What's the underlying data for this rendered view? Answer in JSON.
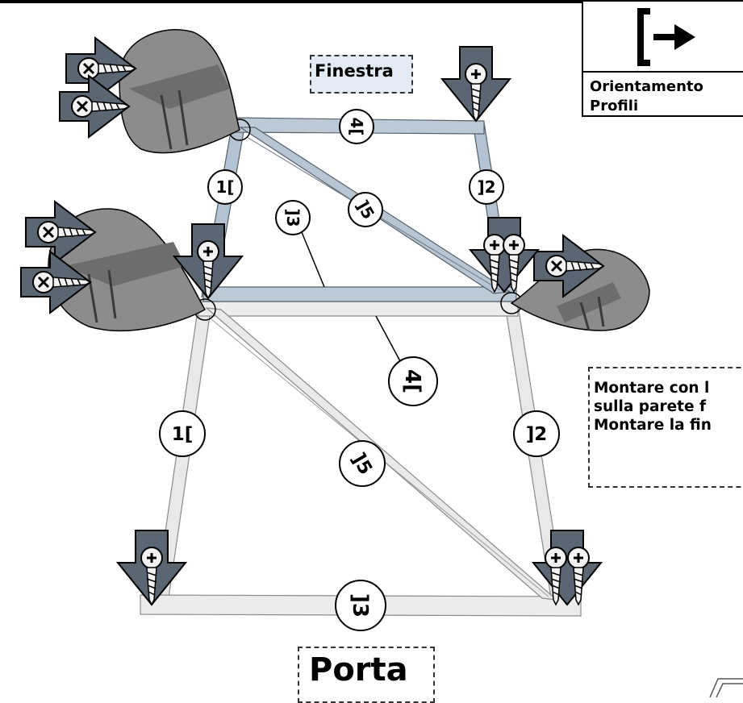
{
  "labels": {
    "window": "Finestra",
    "door": "Porta",
    "orientation_line1": "Orientamento",
    "orientation_line2": "Profili",
    "note_line1": "Montare con l",
    "note_line2": "sulla parete f",
    "note_line3": "Montare la fin"
  },
  "parts": {
    "p1_upper": "1[",
    "p2_upper": "]2",
    "p3_upper": "]3",
    "p4_upper": "4[",
    "p5_upper": "]5",
    "p1_lower": "1[",
    "p2_lower": "]2",
    "p3_lower": "]3",
    "p4_lower": "4[",
    "p5_lower": "]5"
  },
  "icons": [
    "orientation-arrow-icon",
    "screw-icon",
    "detail-magnifier-icon"
  ],
  "colors": {
    "frame_blue": "#b3c3d1",
    "frame_grey": "#e6e6e6",
    "arrow_grey": "#5a6672",
    "window_label_bg": "#e2ebf3"
  }
}
